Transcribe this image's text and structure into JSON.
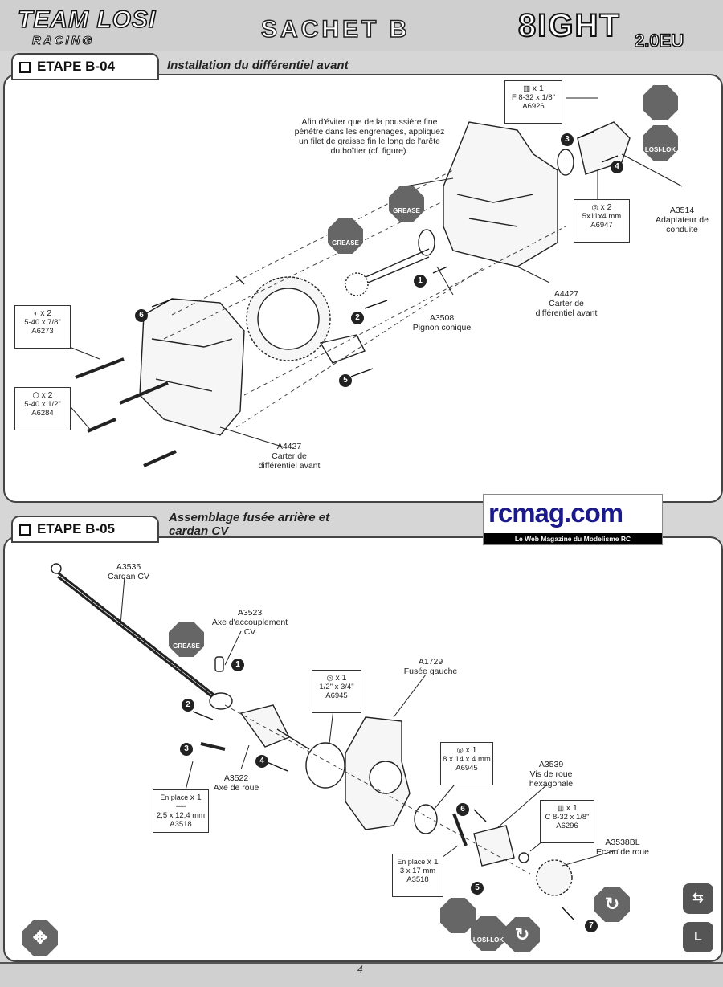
{
  "header": {
    "brand": "TEAM LOSI",
    "brand_sub": "RACING",
    "bag_title": "SACHET B",
    "model": "8IGHT",
    "model_sub": "2.0EU"
  },
  "step_b04": {
    "title": "ETAPE B-04",
    "description": "Installation du différentiel avant",
    "note": "Afin d'éviter que de la poussière fine pénètre dans les engrenages, appliquez un filet de graisse fin le long de l'arête du boîtier (cf. figure).",
    "parts": [
      {
        "id": "f-screw",
        "qty": "x 1",
        "size": "F 8-32 x 1/8\"",
        "ref": "A6926"
      },
      {
        "id": "bearing-5x11",
        "qty": "x 2",
        "size": "5x11x4 mm",
        "ref": "A6947"
      },
      {
        "id": "screw-7-8",
        "qty": "x 2",
        "size": "5-40 x 7/8\"",
        "ref": "A6273"
      },
      {
        "id": "screw-1-2",
        "qty": "x 2",
        "size": "5-40 x 1/2\"",
        "ref": "A6284"
      }
    ],
    "labels": {
      "a3514": "A3514",
      "a3514_name": "Adaptateur de conduite",
      "a4427_top": "A4427",
      "a4427_top_name": "Carter de différentiel avant",
      "a3508": "A3508",
      "a3508_name": "Pignon conique",
      "a4427_bottom": "A4427",
      "a4427_bottom_name": "Carter de différentiel avant"
    },
    "grease": "GREASE",
    "losilok": "LOSI-LOK",
    "steps": [
      "1",
      "2",
      "3",
      "4",
      "5",
      "6"
    ]
  },
  "step_b05": {
    "title": "ETAPE B-05",
    "description_line1": "Assemblage fusée arrière et",
    "description_line2": "cardan CV",
    "parts": [
      {
        "id": "bearing-1-2",
        "qty": "x 1",
        "size": "1/2\" x 3/4\"",
        "ref": "A6945"
      },
      {
        "id": "bearing-8x14",
        "qty": "x 1",
        "size": "8 x 14 x 4 mm",
        "ref": "A6945"
      },
      {
        "id": "pin-2-5",
        "prefix": "En place",
        "qty": "x 1",
        "size": "2,5 x 12,4 mm",
        "ref": "A3518"
      },
      {
        "id": "pin-3x17",
        "prefix": "En place",
        "qty": "x 1",
        "size": "3 x 17 mm",
        "ref": "A3518"
      },
      {
        "id": "c-screw",
        "qty": "x 1",
        "size": "C 8-32 x 1/8\"",
        "ref": "A6296"
      }
    ],
    "labels": {
      "a3535": "A3535",
      "a3535_name": "Cardan CV",
      "a3523": "A3523",
      "a3523_name": "Axe d'accouplement CV",
      "a1729": "A1729",
      "a1729_name": "Fusée gauche",
      "a3522": "A3522",
      "a3522_name": "Axe de roue",
      "a3539": "A3539",
      "a3539_name": "Vis de roue hexagonale",
      "a3538bl": "A3538BL",
      "a3538bl_name": "Ecrou de roue"
    },
    "grease": "GREASE",
    "losilok": "LOSI-LOK",
    "steps": [
      "1",
      "2",
      "3",
      "4",
      "5",
      "6",
      "7"
    ]
  },
  "watermark": {
    "title": "rcmag.com",
    "tagline": "Le Web Magazine du Modelisme RC"
  },
  "footer": {
    "page": "4"
  }
}
